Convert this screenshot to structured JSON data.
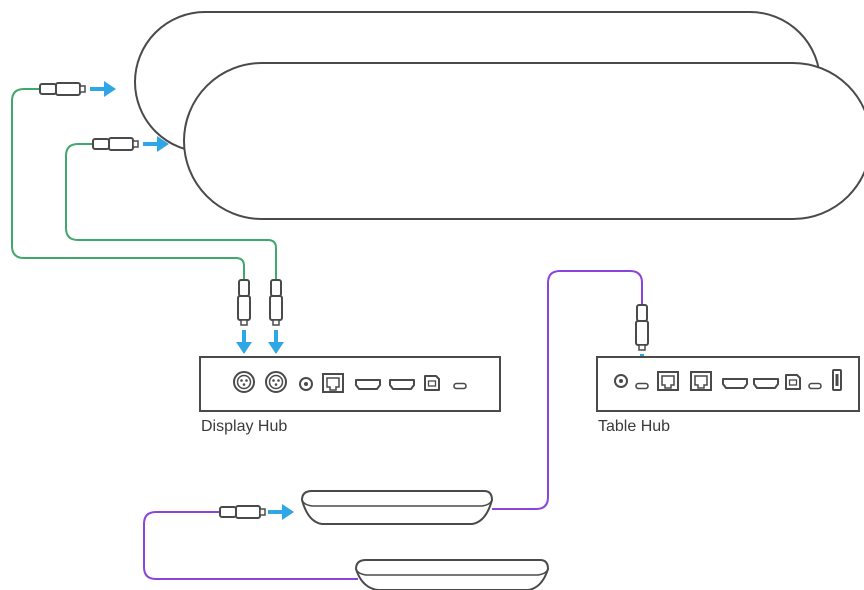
{
  "labels": {
    "display_hub": "Display Hub",
    "table_hub": "Table Hub"
  },
  "colors": {
    "outline": "#4a4a4a",
    "green_cable": "#3fa86b",
    "purple_cable": "#8a44d9",
    "arrow": "#2fa6e6",
    "background": "#ffffff"
  },
  "components": {
    "speaker_bars": [
      "rear-speaker-bar",
      "front-speaker-bar"
    ],
    "hubs": [
      "display-hub",
      "table-hub"
    ],
    "mic_pods": [
      "mic-pod-1",
      "mic-pod-2"
    ]
  },
  "icons": {
    "ports": [
      "xlr-port-icon",
      "audio-jack-icon",
      "ethernet-port-icon",
      "hdmi-port-icon",
      "usb-b-port-icon",
      "usb-c-port-icon",
      "usb-a-port-icon"
    ],
    "connectors": [
      "cable-plug-icon"
    ],
    "arrows": [
      "arrow-right-icon",
      "arrow-down-icon"
    ]
  }
}
